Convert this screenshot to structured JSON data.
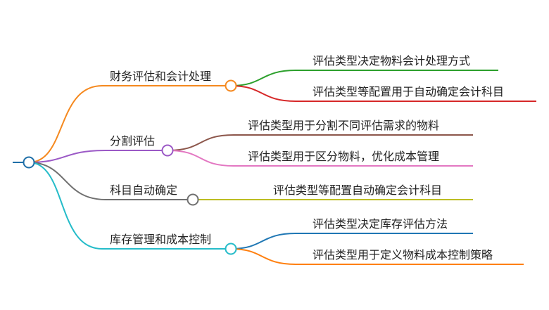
{
  "mindmap": {
    "colors": {
      "root": "#1f6fa8",
      "branch_1": "#f5891f",
      "branch_2": "#9b59c6",
      "branch_3": "#707070",
      "branch_4": "#25bcc9",
      "leaf_1_1": "#2ca02c",
      "leaf_1_2": "#d62728",
      "leaf_2_1": "#8c564b",
      "leaf_2_2": "#e377c2",
      "leaf_3_1": "#bcbd22",
      "leaf_4_1": "#1f77b4",
      "leaf_4_2": "#ff7f0e"
    },
    "branches": [
      {
        "label": "财务评估和会计处理",
        "leaves": [
          "评估类型决定物料会计处理方式",
          "评估类型等配置用于自动确定会计科目"
        ]
      },
      {
        "label": "分割评估",
        "leaves": [
          "评估类型用于分割不同评估需求的物料",
          "评估类型用于区分物料，优化成本管理"
        ]
      },
      {
        "label": "科目自动确定",
        "leaves": [
          "评估类型等配置自动确定会计科目"
        ]
      },
      {
        "label": "库存管理和成本控制",
        "leaves": [
          "评估类型决定库存评估方法",
          "评估类型用于定义物料成本控制策略"
        ]
      }
    ]
  }
}
